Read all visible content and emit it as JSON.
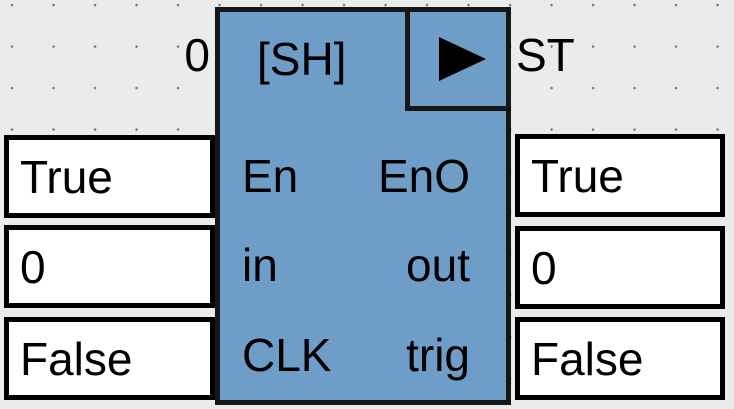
{
  "canvas": {
    "background": "#ebebeb",
    "dot_color": "#777777"
  },
  "block": {
    "type_label": "[SH]",
    "execution_order": "0",
    "instance_label": "ST",
    "fill": "#6e9dc7",
    "border_color": "#161616",
    "play_icon": "right-pointing-triangle",
    "inputs": [
      {
        "name": "En",
        "value": "True"
      },
      {
        "name": "in",
        "value": "0"
      },
      {
        "name": "CLK",
        "value": "False"
      }
    ],
    "outputs": [
      {
        "name": "EnO",
        "value": "True"
      },
      {
        "name": "out",
        "value": "0"
      },
      {
        "name": "trig",
        "value": "False"
      }
    ]
  }
}
